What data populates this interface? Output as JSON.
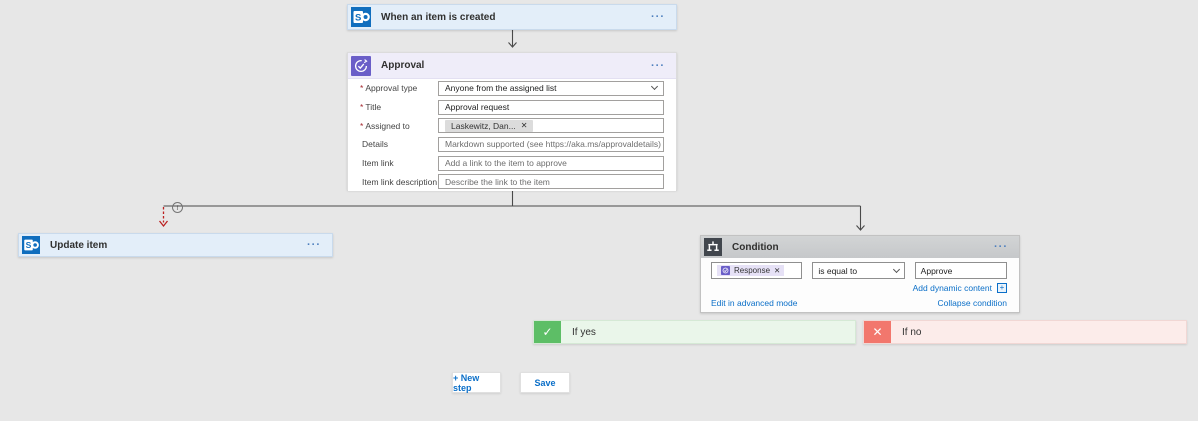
{
  "colors": {
    "canvas_bg": "#e7e7e7",
    "sharepoint_blue": "#106ebe",
    "blue_header": "#e3eef9",
    "approval_purple": "#6a5ec8",
    "approval_header": "#efedf9",
    "condition_dark": "#41464d",
    "condition_header": "#cbcdcf",
    "yes_green": "#5dbe66",
    "no_red": "#f2776d",
    "link_blue": "#0b6fc8",
    "red_arrow": "#bc2020",
    "connector": "#4a4a4a"
  },
  "icons": {
    "ellipsis": "···",
    "check": "✓",
    "cross": "✕",
    "remove": "✕",
    "info": "i",
    "plus": "+"
  },
  "trigger_card": {
    "title": "When an item is created"
  },
  "approval_card": {
    "title": "Approval",
    "fields": [
      {
        "marker": "*",
        "label": "Approval type",
        "value": "Anyone from the assigned list",
        "type": "dropdown"
      },
      {
        "marker": "*",
        "label": "Title",
        "value": "Approval request",
        "type": "text"
      },
      {
        "marker": "*",
        "label": "Assigned to",
        "value": "Laskewitz, Dan...",
        "type": "chip"
      },
      {
        "marker": "",
        "label": "Details",
        "value": "Markdown supported (see https://aka.ms/approvaldetails)",
        "type": "placeholder"
      },
      {
        "marker": "",
        "label": "Item link",
        "value": "Add a link to the item to approve",
        "type": "placeholder"
      },
      {
        "marker": "",
        "label": "Item link description",
        "value": "Describe the link to the item",
        "type": "placeholder"
      }
    ]
  },
  "update_card": {
    "title": "Update item"
  },
  "condition_card": {
    "title": "Condition",
    "operand1": "Response",
    "operator": "is equal to",
    "operand2": "Approve",
    "add_dynamic_label": "Add dynamic content",
    "edit_advanced_label": "Edit in advanced mode",
    "collapse_label": "Collapse condition"
  },
  "branches": {
    "yes": "If yes",
    "no": "If no"
  },
  "buttons": {
    "new_step": "+ New step",
    "save": "Save"
  }
}
